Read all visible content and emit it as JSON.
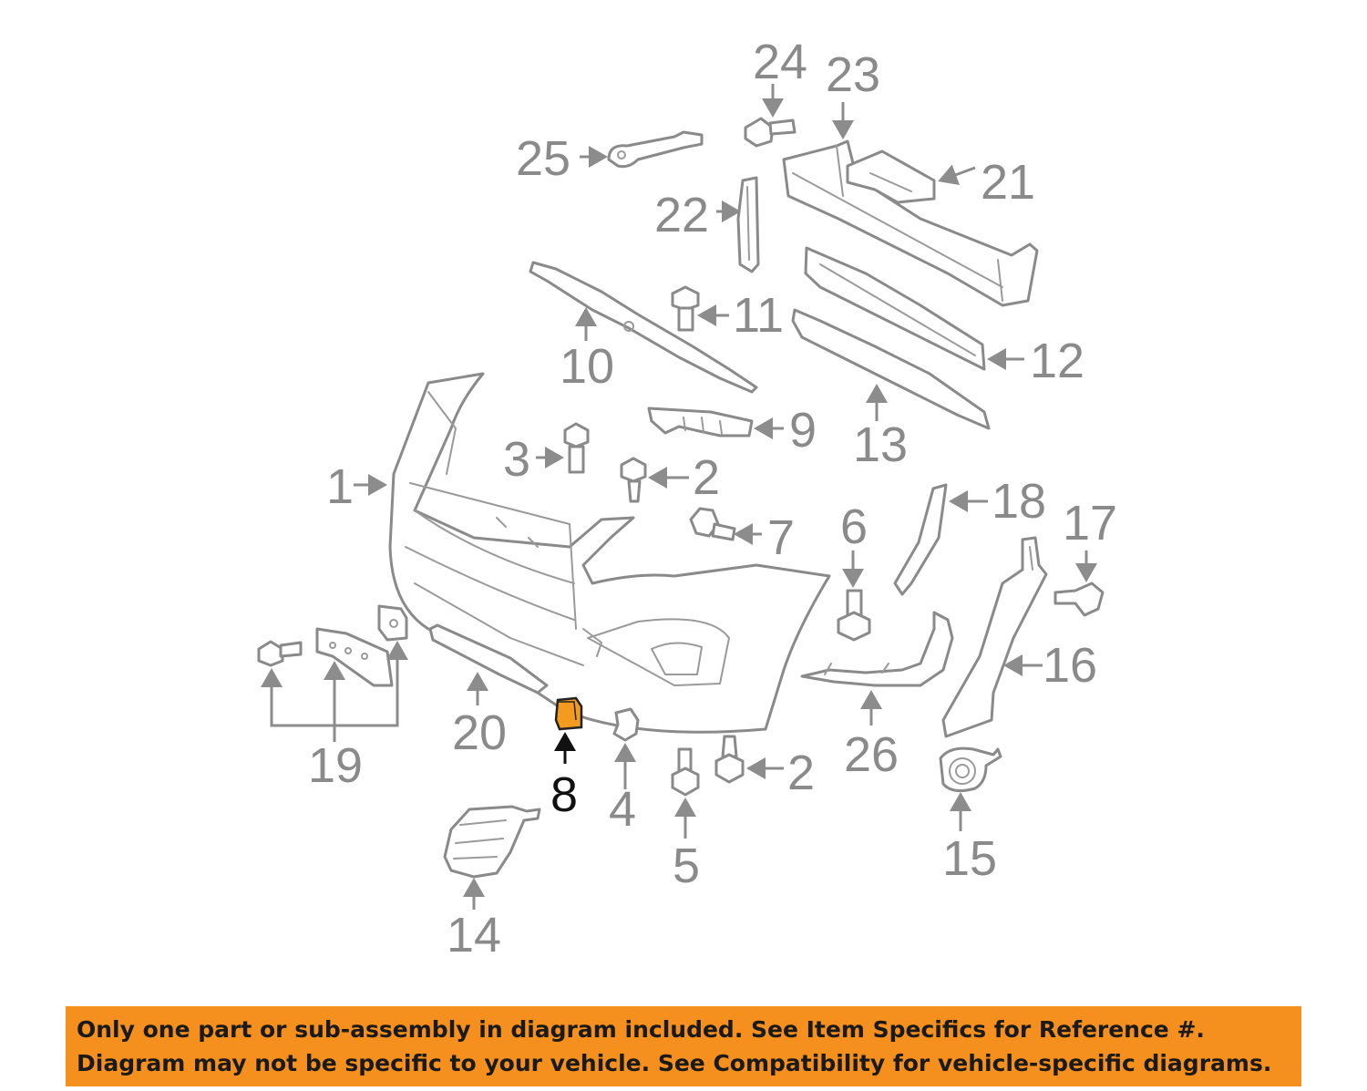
{
  "colors": {
    "highlight": "#f39b1e",
    "banner_bg": "#f5901e",
    "part_stroke": "#8a8a8a",
    "callout_text": "#8a8a8a",
    "highlight_callout_text": "#111111"
  },
  "highlighted_part": "8",
  "callouts": {
    "c1": "1",
    "c2a": "2",
    "c2b": "2",
    "c3": "3",
    "c4": "4",
    "c5": "5",
    "c6": "6",
    "c7": "7",
    "c8": "8",
    "c9": "9",
    "c10": "10",
    "c11": "11",
    "c12": "12",
    "c13": "13",
    "c14": "14",
    "c15": "15",
    "c16": "16",
    "c17": "17",
    "c18": "18",
    "c19": "19",
    "c20": "20",
    "c21": "21",
    "c22": "22",
    "c23": "23",
    "c24": "24",
    "c25": "25",
    "c26": "26"
  },
  "banner": {
    "line1": "Only one part or sub-assembly in diagram included. See Item Specifics for Reference #.",
    "line2": "Diagram may not be specific to your vehicle. See Compatibility for vehicle-specific diagrams."
  }
}
